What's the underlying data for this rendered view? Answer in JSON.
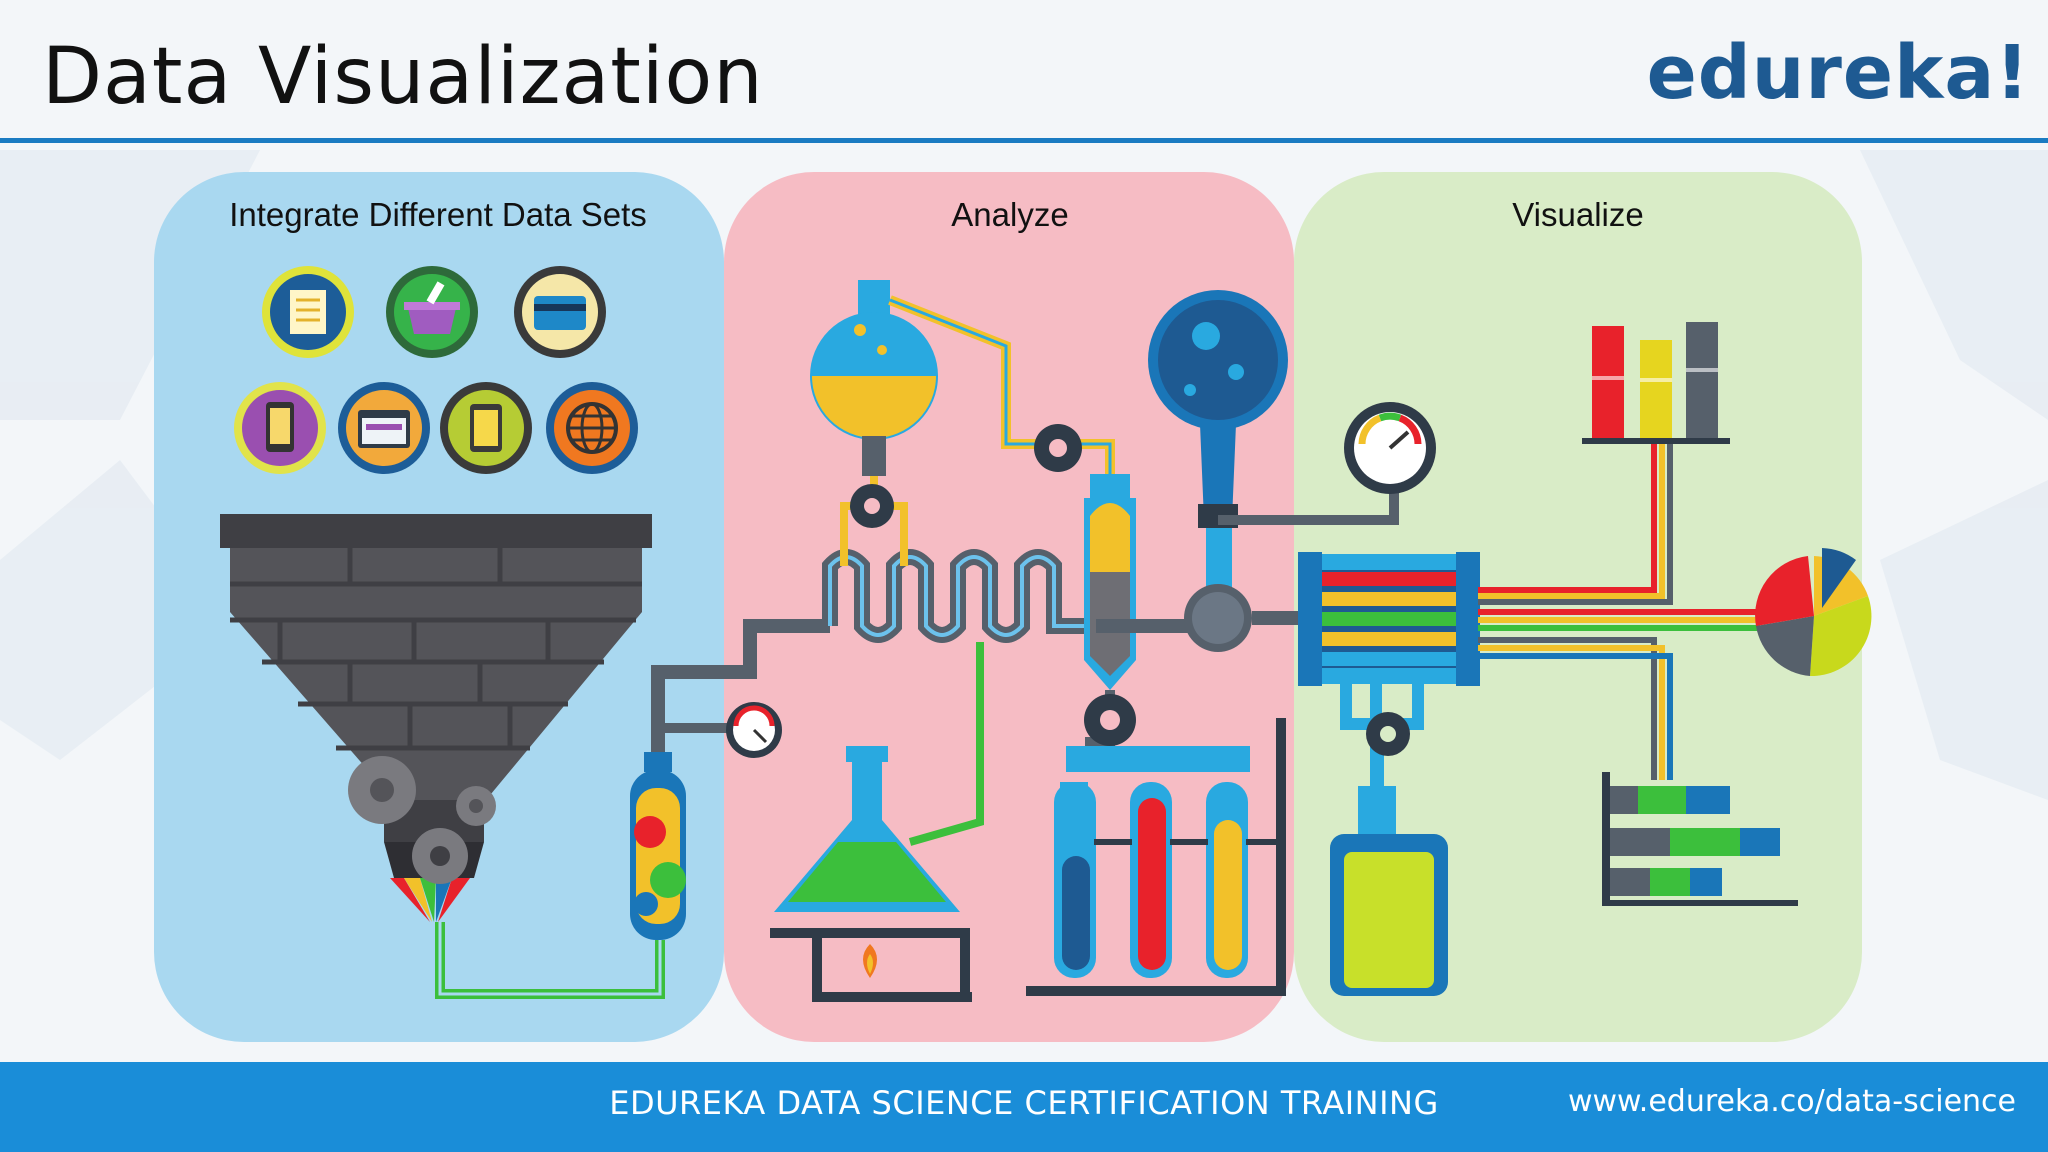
{
  "slide": {
    "title": "Data Visualization",
    "logo_text": "edureka!"
  },
  "panels": [
    {
      "label": "Integrate Different Data Sets",
      "color": "#a9d8f0"
    },
    {
      "label": "Analyze",
      "color": "#f6bcc4"
    },
    {
      "label": "Visualize",
      "color": "#d9ecc7"
    }
  ],
  "icons": [
    "document-icon",
    "shopping-basket-icon",
    "credit-card-icon",
    "smartphone-icon",
    "browser-window-icon",
    "tablet-icon",
    "globe-icon"
  ],
  "colors": {
    "accent_blue": "#1a7bc2",
    "footer_blue": "#1a8dd8",
    "pipe_gray": "#56606b",
    "red": "#e8222b",
    "yellow": "#f2c12a",
    "green": "#3cbf3c",
    "blue": "#1a76b8"
  },
  "footer": {
    "course": "EDUREKA DATA SCIENCE CERTIFICATION TRAINING",
    "url": "www.edureka.co/data-science"
  }
}
